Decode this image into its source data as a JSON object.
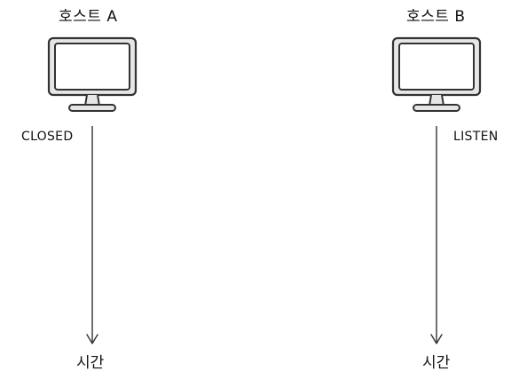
{
  "hosts": [
    {
      "title": "호스트 A",
      "state": "CLOSED",
      "timeline_label": "시간",
      "icon": "computer-monitor-icon"
    },
    {
      "title": "호스트 B",
      "state": "LISTEN",
      "timeline_label": "시간",
      "icon": "computer-monitor-icon"
    }
  ],
  "colors": {
    "stroke": "#333333",
    "screen": "#ffffff",
    "bezel": "#e6e6e6",
    "text": "#111111"
  }
}
